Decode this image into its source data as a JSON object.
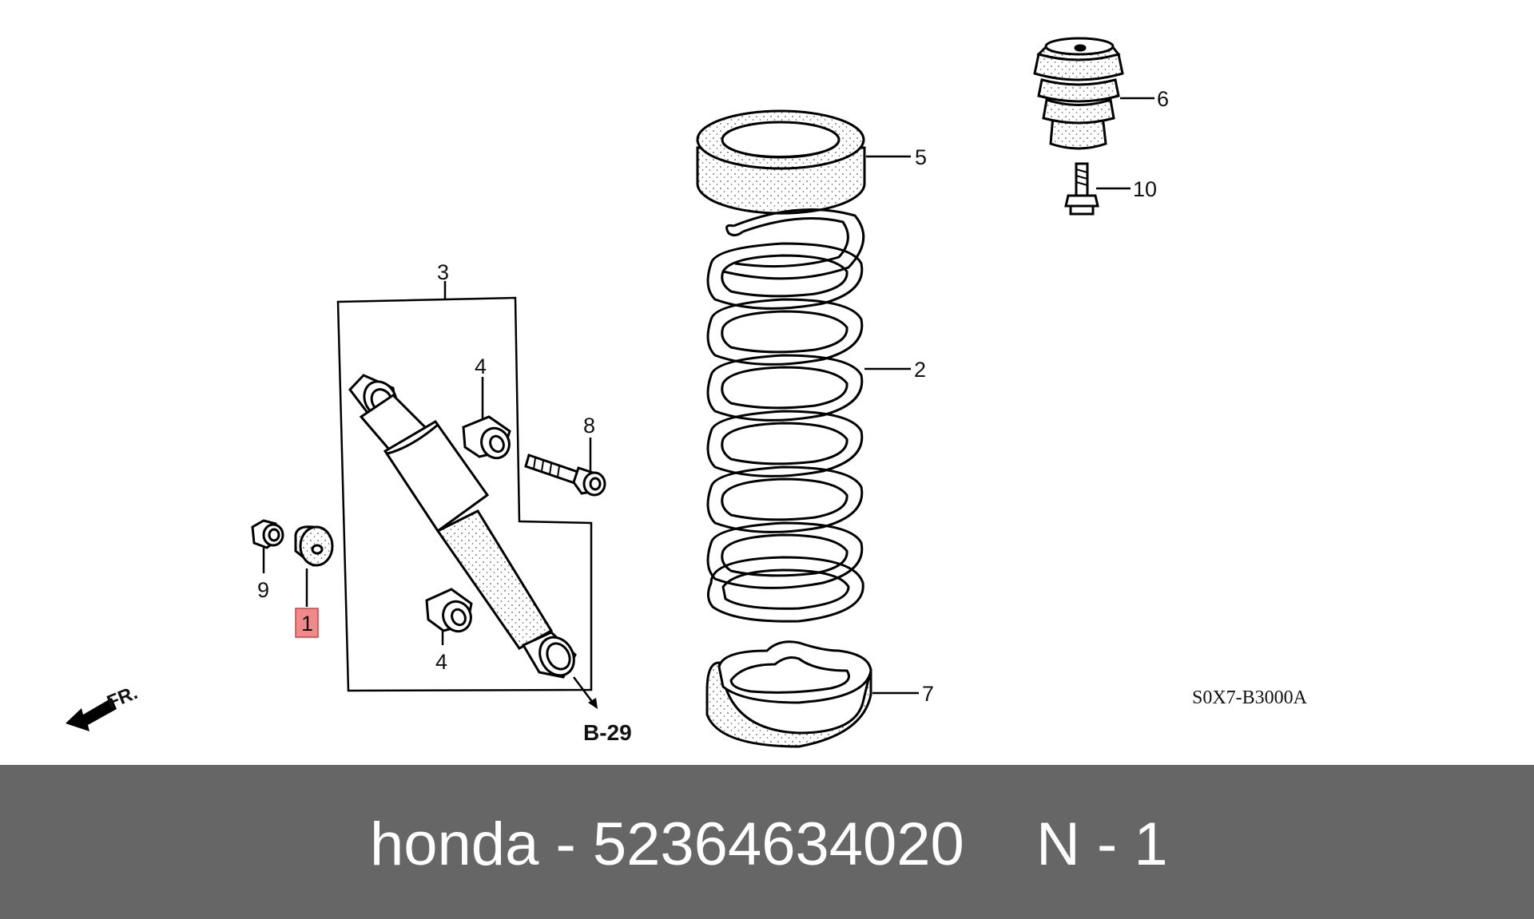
{
  "diagram": {
    "callouts": {
      "c1": "1",
      "c2": "2",
      "c3": "3",
      "c4a": "4",
      "c4b": "4",
      "c5": "5",
      "c6": "6",
      "c7": "7",
      "c8": "8",
      "c9": "9",
      "c10": "10"
    },
    "highlight_color": "#f08a8a",
    "ref_label": "B-29",
    "direction_label": "FR.",
    "diagram_code": "S0X7-B3000A"
  },
  "footer": {
    "brand_part": "honda - 52364634020",
    "position": "N - 1",
    "bar_color": "#666666"
  }
}
